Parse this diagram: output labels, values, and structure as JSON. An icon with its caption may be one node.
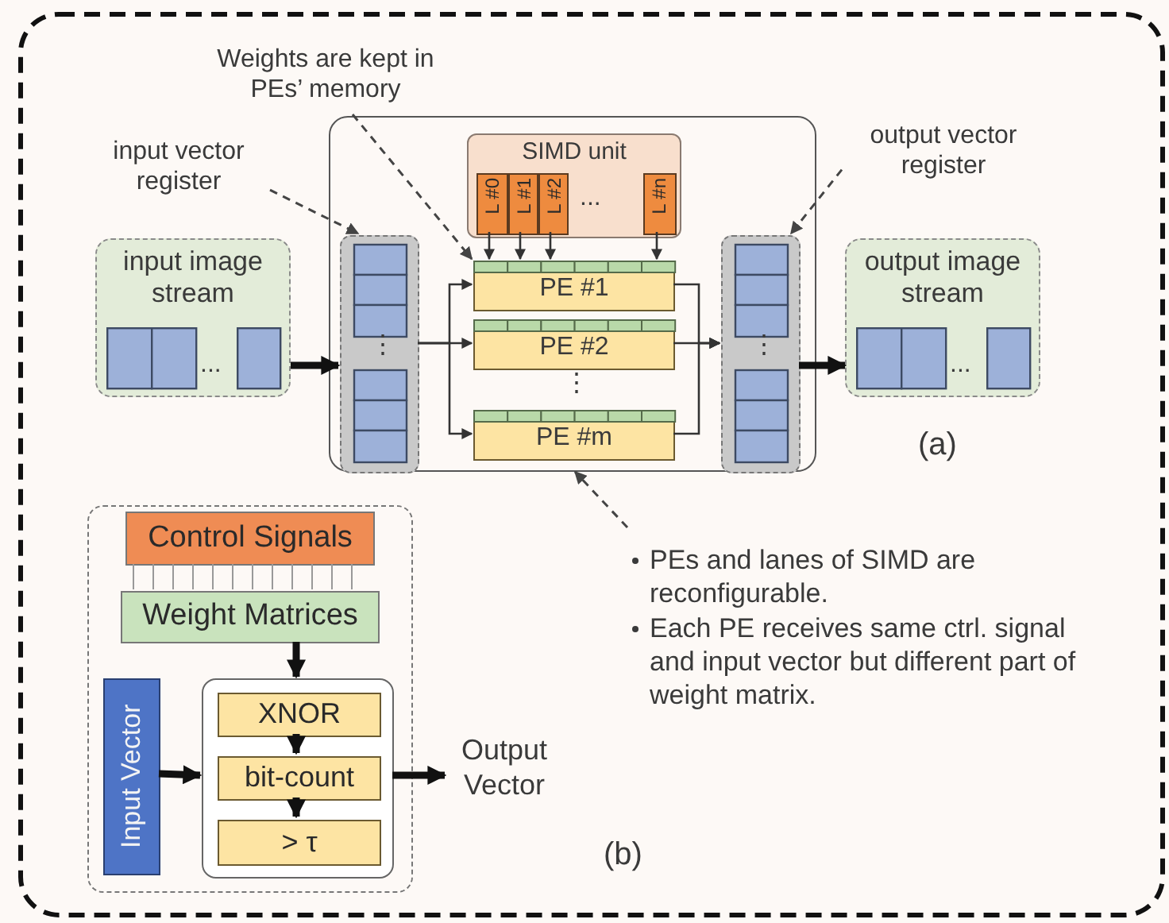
{
  "diagram": {
    "nodes": [
      {
        "text": [
          "Weights are kept in PEs’ memory"
        ]
      },
      {
        "text": [
          "input vector register"
        ]
      },
      {
        "text": [
          "output vector register"
        ]
      },
      {
        "text": [
          "input image stream"
        ]
      },
      {
        "text": [],
        "shape": "box"
      },
      {
        "text": [],
        "shape": "box",
        "in": 4
      },
      {
        "text": [
          "SIMD unit"
        ],
        "in": 4
      },
      {
        "text": [
          "L #0"
        ],
        "in": 6
      },
      {
        "text": [
          "L #1"
        ],
        "in": 6
      },
      {
        "text": [
          "L #2"
        ],
        "in": 6
      },
      {
        "text": [
          "L #n"
        ],
        "in": 6
      },
      {
        "text": [
          "PE #1"
        ],
        "in": 4
      },
      {
        "text": [
          "PE #2"
        ],
        "in": 4
      },
      {
        "text": [
          "PE #m"
        ],
        "in": 4
      },
      {
        "text": [],
        "shape": "box",
        "in": 4
      },
      {
        "text": [
          "output image stream"
        ]
      },
      {
        "text": [
          "PEs and lanes of SIMD are reconfigurable.",
          "Each PE receives same ctrl. signal and input vector but different part of weight matrix."
        ]
      },
      {
        "text": [],
        "shape": "box"
      },
      {
        "text": [
          "Control Signals"
        ],
        "in": 17
      },
      {
        "text": [
          "Weight Matrices"
        ],
        "in": 17
      },
      {
        "text": [
          "Input Vector"
        ],
        "in": 17
      },
      {
        "text": [],
        "shape": "box",
        "in": 17
      },
      {
        "text": [
          "XNOR"
        ],
        "in": 21
      },
      {
        "text": [
          "bit-count"
        ],
        "in": 21
      },
      {
        "text": [
          "> τ"
        ],
        "in": 21
      },
      {
        "text": [
          "Output Vector"
        ]
      }
    ],
    "edges": [
      {
        "from": 0,
        "to": 11,
        "arrow": "to",
        "style": "dashed"
      },
      {
        "from": 1,
        "to": 5,
        "arrow": "to",
        "style": "dashed"
      },
      {
        "from": 2,
        "to": 14,
        "arrow": "to",
        "style": "dashed"
      },
      {
        "from": 3,
        "to": 5,
        "arrow": "to",
        "style": "thick"
      },
      {
        "from": 5,
        "to": 11,
        "arrow": "to"
      },
      {
        "from": 5,
        "to": 12,
        "arrow": "to"
      },
      {
        "from": 5,
        "to": 13,
        "arrow": "to"
      },
      {
        "from": 7,
        "to": 11,
        "arrow": "to"
      },
      {
        "from": 8,
        "to": 11,
        "arrow": "to"
      },
      {
        "from": 9,
        "to": 11,
        "arrow": "to"
      },
      {
        "from": 10,
        "to": 11,
        "arrow": "to"
      },
      {
        "from": 11,
        "to": 14,
        "arrow": "to"
      },
      {
        "from": 12,
        "to": 14,
        "arrow": "to"
      },
      {
        "from": 13,
        "to": 14,
        "arrow": "to"
      },
      {
        "from": 14,
        "to": 15,
        "arrow": "to",
        "style": "thick"
      },
      {
        "from": 16,
        "to": 4,
        "arrow": "to",
        "style": "dashed"
      },
      {
        "from": 18,
        "to": 19,
        "arrow": "none",
        "color": "#999999"
      },
      {
        "from": 19,
        "to": 21,
        "arrow": "to",
        "style": "thick"
      },
      {
        "from": 20,
        "to": 21,
        "arrow": "to",
        "style": "thick"
      },
      {
        "from": 22,
        "to": 23,
        "arrow": "to",
        "style": "thick"
      },
      {
        "from": 23,
        "to": 24,
        "arrow": "to",
        "style": "thick"
      },
      {
        "from": 21,
        "to": 25,
        "arrow": "to",
        "style": "thick"
      }
    ],
    "labels": [
      "...",
      "⋮",
      "...",
      "⋮",
      "⋮",
      "...",
      "(a)",
      "(b)"
    ]
  }
}
